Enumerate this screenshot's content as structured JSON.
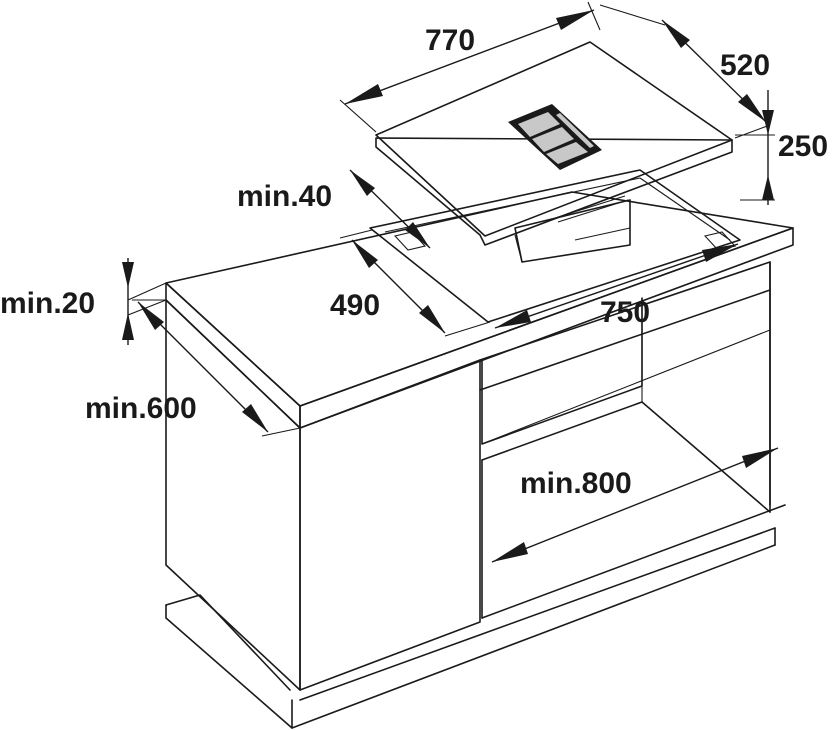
{
  "diagram": {
    "dimensions": {
      "hob_width": "770",
      "hob_depth": "520",
      "hob_height": "250",
      "front_clearance": "min.40",
      "cutout_depth": "490",
      "cutout_width": "750",
      "worktop_thickness": "min.20",
      "worktop_depth": "min.600",
      "cabinet_width": "min.800"
    },
    "colors": {
      "line": "#1a1a1a",
      "glass_fill": "#c8c8c8",
      "background": "#ffffff"
    }
  }
}
